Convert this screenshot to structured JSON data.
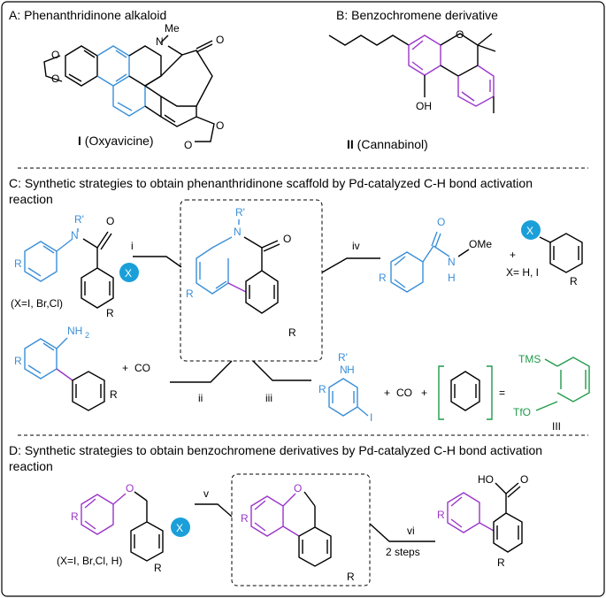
{
  "panel_a": {
    "title": "A: Phenanthridinone alkaloid",
    "methyl": "Me",
    "compound_number": "I",
    "compound_name": "(Oxyavicine)"
  },
  "panel_b": {
    "title": "B: Benzochromene derivative",
    "hydroxyl": "OH",
    "compound_number": "II",
    "compound_name": "(Cannabinol)"
  },
  "panel_c": {
    "title_line1": "C: Synthetic strategies to obtain phenanthridinone scaffold by Pd-catalyzed C-H bond activation",
    "title_line2": "reaction",
    "label_i": "i",
    "label_ii": "ii",
    "label_iii": "iii",
    "label_iv": "iv",
    "x_note": "(X=I, Br,Cl)",
    "x_note_iv": "X= H, I",
    "plus": "+",
    "co": "CO",
    "equals": "=",
    "tms": "TMS",
    "tfo": "TfO",
    "aryne_number": "III",
    "ome": "OMe",
    "nh2": "NH",
    "nh2_sub": "2"
  },
  "panel_d": {
    "title_line1": "D: Synthetic strategies to obtain benzochromene derivatives by Pd-catalyzed C-H bond activation",
    "title_line2": "reaction",
    "label_v": "v",
    "label_vi": "vi",
    "steps": "2 steps",
    "x_note": "(X=I, Br,Cl, H)",
    "ho": "HO"
  },
  "atoms": {
    "o": "O",
    "n": "N",
    "h": "H",
    "r": "R",
    "r_prime": "R'",
    "x": "X",
    "i": "I"
  },
  "colors": {
    "blue": "#3a8fd8",
    "green": "#1f9a4a",
    "purple": "#9b35c9",
    "x_badge": "#1a9fd9"
  }
}
